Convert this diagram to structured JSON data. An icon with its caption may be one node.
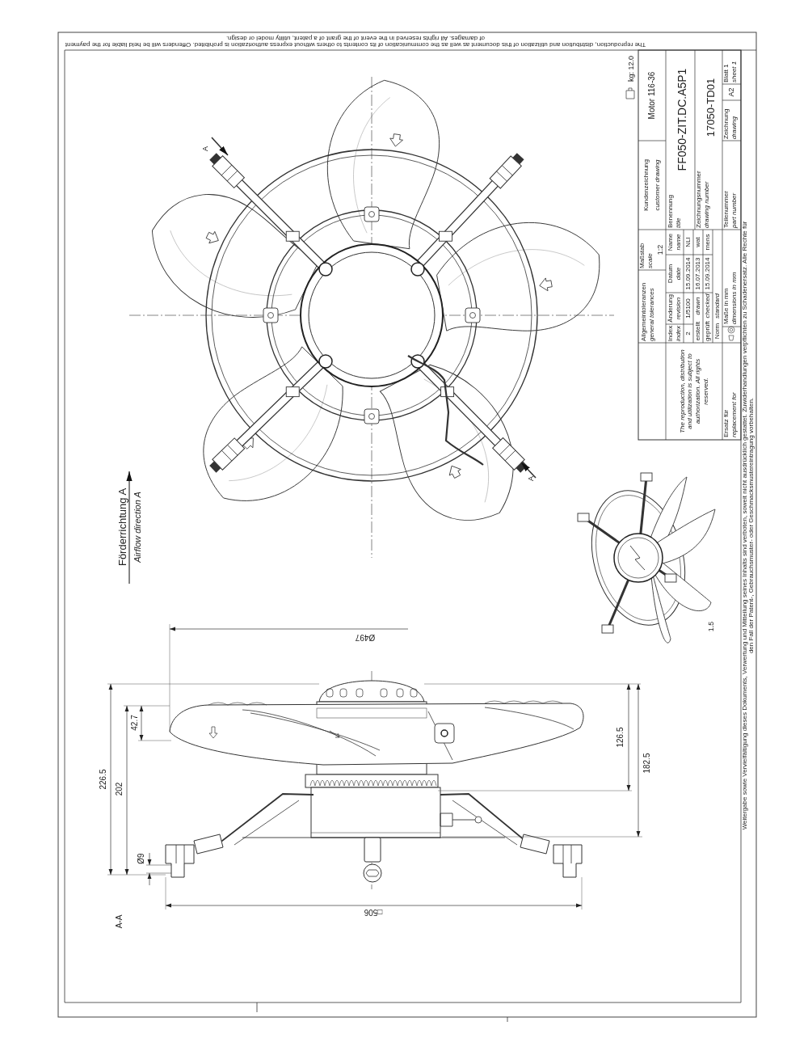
{
  "diagram": {
    "labels": [
      "The reproduction, distribution and utilization of this document as well as the communication of its contents to others without express authorization is prohibited. Offenders will be held liable for the payment of damages. All rights reserved in the event of the grant of a patent, utility model or design.",
      "kg: 12.0",
      "Motor 116-36",
      "Kundenzeichnung",
      "customer drawing",
      "Benennung",
      "title",
      "FF050-ZIT.DC.A5P1",
      "Zeichnungsnummer",
      "drawing number",
      "17050-TD01",
      "Teilenummer",
      "part number",
      "Zeichnung",
      "drawing",
      "A2",
      "Blatt 1",
      "sheet 1",
      "Maßstab",
      "scale",
      "1:2",
      "Name",
      "name",
      "Allgemeintoleranzen",
      "general tolerances",
      "Datum",
      "date",
      "Änderung",
      "revision",
      "Index",
      "index",
      "NLI",
      "15.09.2014",
      "1/5100",
      "2",
      "wat",
      "16.07.2013",
      "erstellt",
      "drawn",
      "rnens",
      "15.09.2014",
      "geprüft",
      "checked",
      "Norm",
      "standard",
      "Maße in mm",
      "dimensions in mm",
      "The reproduction, distribution and utilization is subject to authorization. All rights reserved.",
      "Ersatz für",
      "replacement for",
      "A",
      "A",
      "Förderrichtung A",
      "Airflow direction A",
      "1.5",
      "Ø497",
      "42.7",
      "126.5",
      "226.5",
      "202",
      "182.5",
      "Ø9",
      "□506",
      "A-A",
      "Weitergabe sowie Vervielfältigung dieses Dokuments, Verwertung und Mitteilung seines Inhalts sind verboten, soweit nicht ausdrücklich gestattet. Zuwiderhandlungen verpflichten zu Schadenersatz. Alle Rechte für den Fall der Patent-, Gebrauchsmuster- oder Geschmacksmustereintragung vorbehalten."
    ]
  }
}
